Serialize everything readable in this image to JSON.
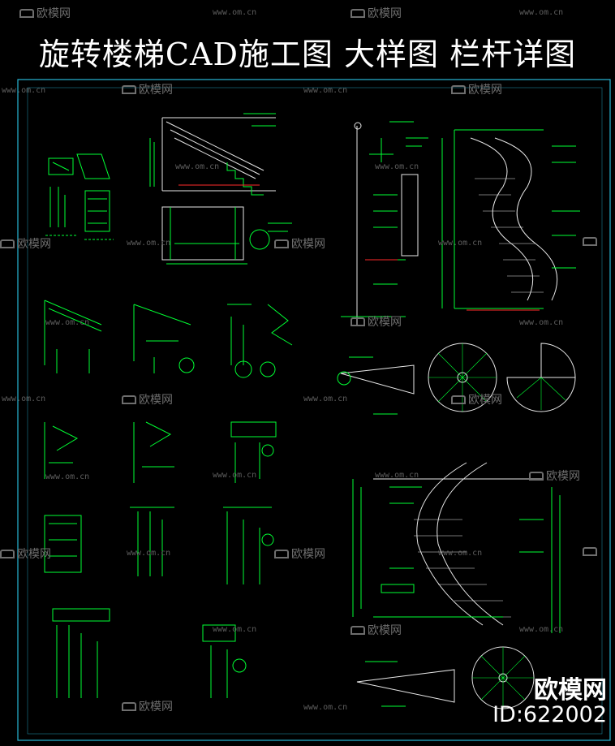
{
  "title": "旋转楼梯CAD施工图 大样图 栏杆详图",
  "watermark": {
    "brand_text": "欧模网",
    "url_text": "www.om.cn",
    "color": "#6e6e6e"
  },
  "badge": {
    "brand": "欧模网",
    "id": "ID:622002"
  },
  "colors": {
    "background": "#000000",
    "frame": "#27b7d6",
    "line_green": "#00ff33",
    "line_white": "#e8e8e8",
    "line_cyan": "#33d6ff",
    "accent_red": "#ff2a2a"
  },
  "icons": {
    "watermark_logo": "sofa-logo-icon"
  }
}
